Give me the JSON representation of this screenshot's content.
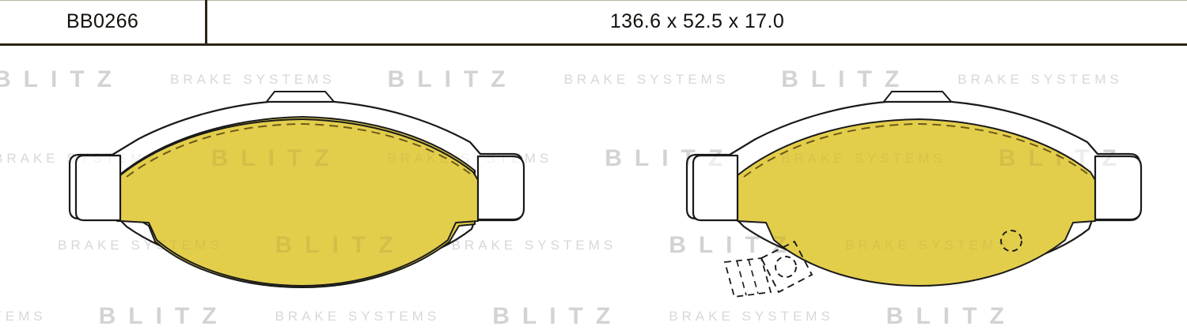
{
  "header": {
    "part_number": "BB0266",
    "dimensions": "136.6 x 52.5 x 17.0"
  },
  "watermark": {
    "brand": "BLITZ",
    "tagline": "BRAKE SYSTEMS"
  },
  "product": {
    "type": "disc-brake-pad-set",
    "friction_color": "#e3ce4c",
    "backing_color": "#ffffff",
    "outline_color": "#1a1a1a",
    "groove_color": "#6b5a18",
    "pads": [
      {
        "name": "pad-left-view",
        "label": "brake pad outer face",
        "hidden_detail": false
      },
      {
        "name": "pad-right-view",
        "label": "brake pad with hidden rivets and shim",
        "hidden_detail": true,
        "hidden_features": [
          "rivet-left",
          "rivet-right",
          "shim-plate"
        ]
      }
    ]
  },
  "frame": {
    "divider_color": "#2b2415",
    "border_color": "#2b2415"
  }
}
